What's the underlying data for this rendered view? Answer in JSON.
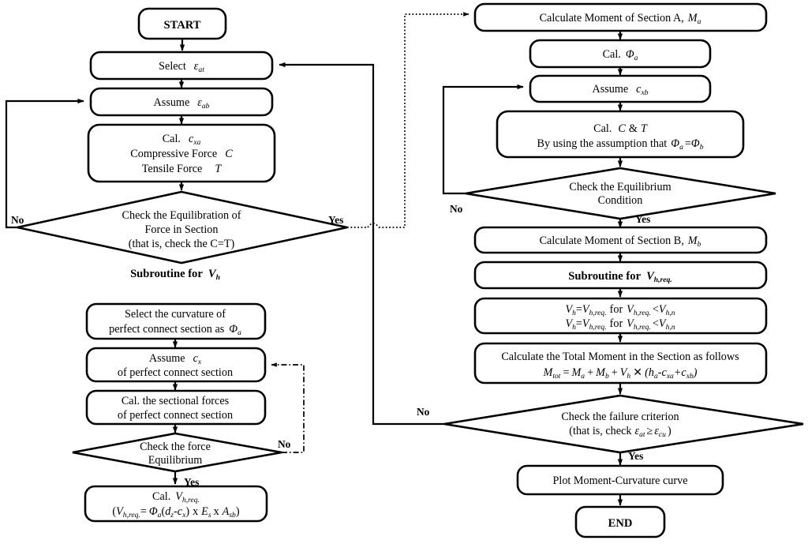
{
  "diagram": {
    "title": "Moment-Curvature Analysis Flowchart",
    "type": "flowchart"
  },
  "left_column": {
    "start": "START",
    "select_eat": "Select",
    "select_eat_sym": "εat",
    "assume_eab": "Assume",
    "assume_eab_sym": "εab",
    "cal_cxa_l1": "Cal.",
    "cal_cxa_sym": "cxa",
    "cal_cxa_l2": "Compressive Force",
    "cal_cxa_l2_sym": "C",
    "cal_cxa_l3": "Tensile Force",
    "cal_cxa_l3_sym": "T",
    "check_equilibration_l1": "Check the Equilibration of",
    "check_equilibration_l2": "Force in Section",
    "check_equilibration_l3": "(that is, check the C=T)",
    "check_equilibration_no": "No",
    "check_equilibration_yes": "Yes"
  },
  "subroutine_vh": {
    "heading": "Subroutine for",
    "heading_sym": "Vh",
    "select_curvature_l1": "Select the curvature of",
    "select_curvature_l2": "perfect connect section as",
    "select_curvature_sym": "Φa",
    "assume_cx_l1": "Assume",
    "assume_cx_sym": "cx",
    "assume_cx_l2": "of perfect connect section",
    "cal_forces_l1": "Cal. the sectional forces",
    "cal_forces_l2": "of perfect connect section",
    "check_force_l1": "Check the force",
    "check_force_l2": "Equilibrium",
    "check_force_no": "No",
    "check_force_yes": "Yes",
    "cal_vhreq_l1": "Cal.",
    "cal_vhreq_sym": "Vh,req.",
    "cal_vhreq_formula": "(Vh,req. = Φa(dz-cx) x Es x Asb)"
  },
  "right_column": {
    "calc_moment_a": "Calculate Moment of Section  A,",
    "calc_moment_a_sym": "Ma",
    "cal_phi_a": "Cal.",
    "cal_phi_a_sym": "Φa",
    "assume_cxb": "Assume",
    "assume_cxb_sym": "cxb",
    "cal_ct_l1": "Cal.",
    "cal_ct_sym1": "C",
    "cal_ct_amp": "&",
    "cal_ct_sym2": "T",
    "cal_ct_l2": "By using the assumption that",
    "cal_ct_l2_sym": "Φa = Φb",
    "check_equilibrium_l1": "Check the Equilibrium",
    "check_equilibrium_l2": "Condition",
    "check_equilibrium_no": "No",
    "check_equilibrium_yes": "Yes",
    "calc_moment_b": "Calculate Moment of Section  B,",
    "calc_moment_b_sym": "Mb",
    "subroutine_vhreq": "Subroutine for",
    "subroutine_vhreq_sym": "Vh,req.",
    "vh_rule_l1": "Vh=Vh,req. for Vh,req. < Vh,n",
    "vh_rule_l2": "Vh=Vh,req. for Vh,req. < Vh,n",
    "total_moment_l1": "Calculate the Total Moment in the Section as follows",
    "total_moment_l2": "Mtot = Ma + Mb + Vh x (ha-cxa+cxb)",
    "check_failure_l1": "Check the failure criterion",
    "check_failure_l2": "(that is, check εat ≥ εcu )",
    "check_failure_no": "No",
    "check_failure_yes": "Yes",
    "plot_curve": "Plot Moment-Curvature curve",
    "end": "END"
  },
  "colors": {
    "stroke": "#000000",
    "fill": "#ffffff"
  }
}
